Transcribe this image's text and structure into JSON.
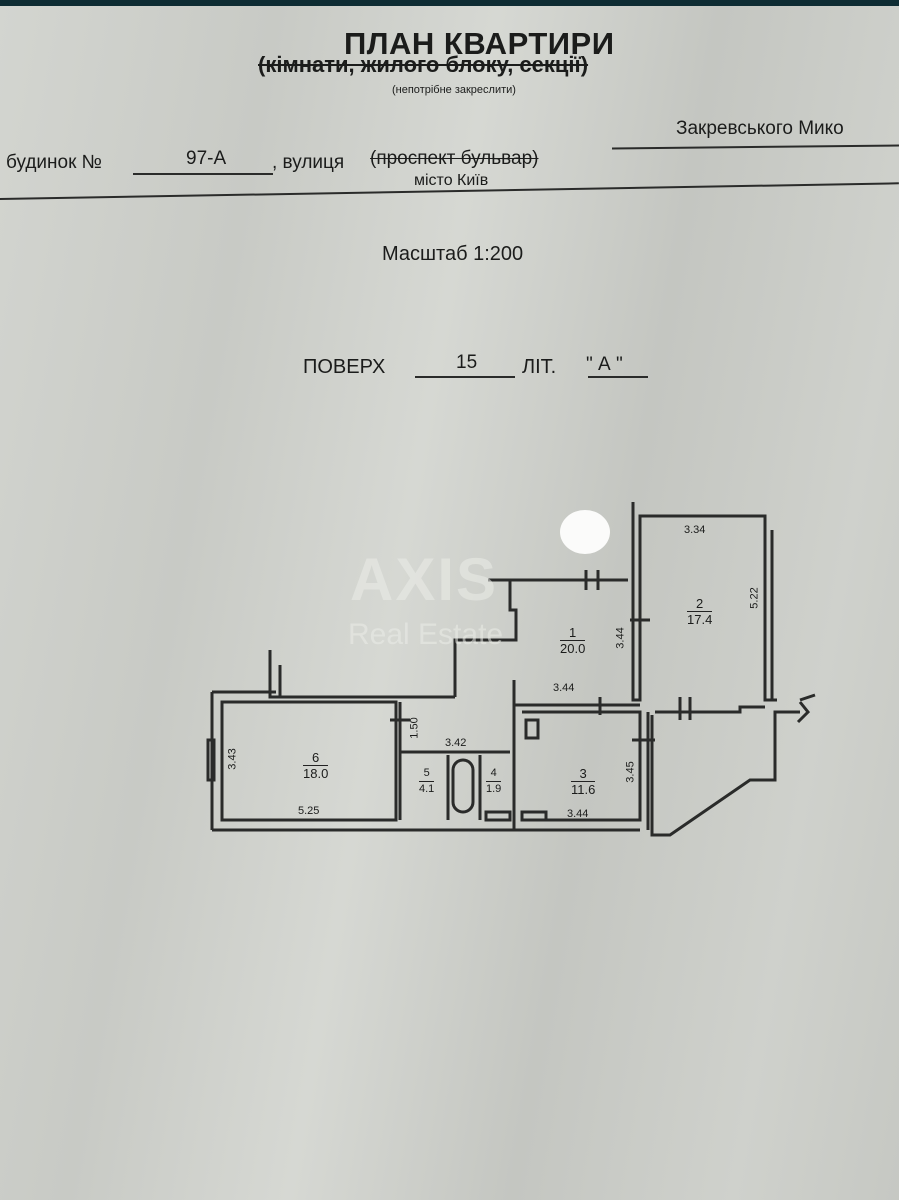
{
  "document": {
    "title": "ПЛАН КВАРТИРИ",
    "subtitle": "(кімнати, жилого блоку, секції)",
    "subtitle_note": "(непотрібне закреслити)",
    "building_label": "будинок №",
    "building_number": "97-А",
    "street_label": ", вулиця",
    "street_type_struck": "(проспект бульвар)",
    "street_name": "Закревського Мико",
    "city": "місто Київ",
    "scale_label": "Масштаб 1:200",
    "floor_label": "ПОВЕРХ",
    "floor_value": "15",
    "letter_label": "ЛІТ.",
    "letter_value": "\" А \""
  },
  "watermark": {
    "brand": "AXIS",
    "tagline": "Real Estate"
  },
  "floor_plan": {
    "rooms": [
      {
        "number": "1",
        "area": "20.0"
      },
      {
        "number": "2",
        "area": "17.4"
      },
      {
        "number": "3",
        "area": "11.6"
      },
      {
        "number": "4",
        "area": "1.9"
      },
      {
        "number": "5",
        "area": "4.1"
      },
      {
        "number": "6",
        "area": "18.0"
      }
    ],
    "dimensions": {
      "room2_top": "3.34",
      "room2_right": "5.22",
      "room1_right": "3.44",
      "room1_bottom": "3.44",
      "room3_bottom": "3.44",
      "room3_right": "3.45",
      "room6_left": "3.43",
      "room6_bottom": "5.25",
      "hall_vertical": "1.50",
      "bath_top": "3.42"
    }
  },
  "colors": {
    "paper": "#cfd1cc",
    "ink": "#1b1c1b",
    "top_bar": "#0e2c33"
  }
}
